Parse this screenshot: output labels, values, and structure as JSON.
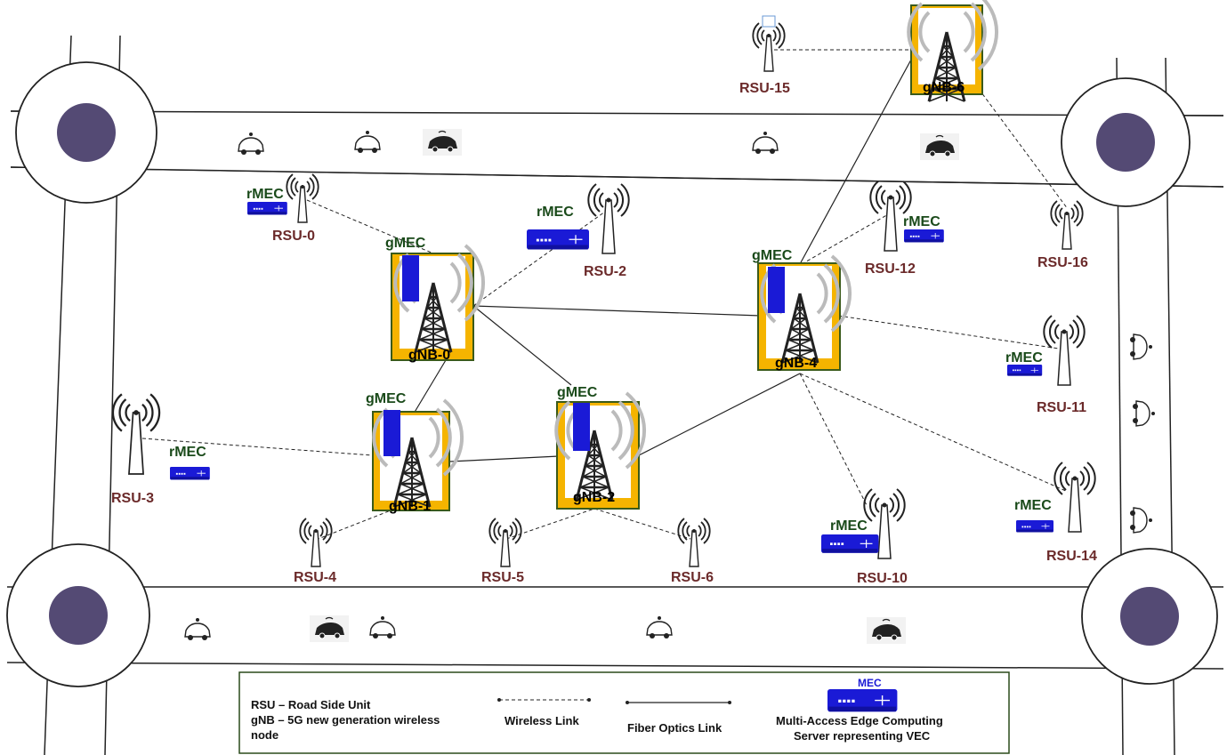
{
  "nodes": {
    "rsu": [
      "RSU-0",
      "RSU-2",
      "RSU-3",
      "RSU-4",
      "RSU-5",
      "RSU-6",
      "RSU-10",
      "RSU-11",
      "RSU-12",
      "RSU-14",
      "RSU-15",
      "RSU-16"
    ],
    "gnb": [
      "gNB-0",
      "gNB-1",
      "gNB-2",
      "gNB-4",
      "gNB-6"
    ],
    "gmec_label": "gMEC",
    "rmec_label": "rMEC"
  },
  "legend": {
    "rsu_def": "RSU – Road Side Unit",
    "gnb_def_1": "gNB – 5G new generation wireless",
    "gnb_def_2": "node",
    "wireless": "Wireless Link",
    "fiber": "Fiber Optics Link",
    "mec_tag": "MEC",
    "mec_def_1": "Multi-Access Edge Computing",
    "mec_def_2": "Server representing VEC"
  },
  "colors": {
    "gnb_fill": "#f5b400",
    "gnb_border": "#3a5a1a",
    "mec_blue": "#1a1ad6",
    "roundabout_center": "#544a74",
    "rsu_label": "#6b2a2a",
    "mec_label": "#1a4a1a"
  },
  "icons": [
    "tower-icon",
    "antenna-icon",
    "mec-server-icon",
    "car-icon",
    "roundabout-icon"
  ]
}
